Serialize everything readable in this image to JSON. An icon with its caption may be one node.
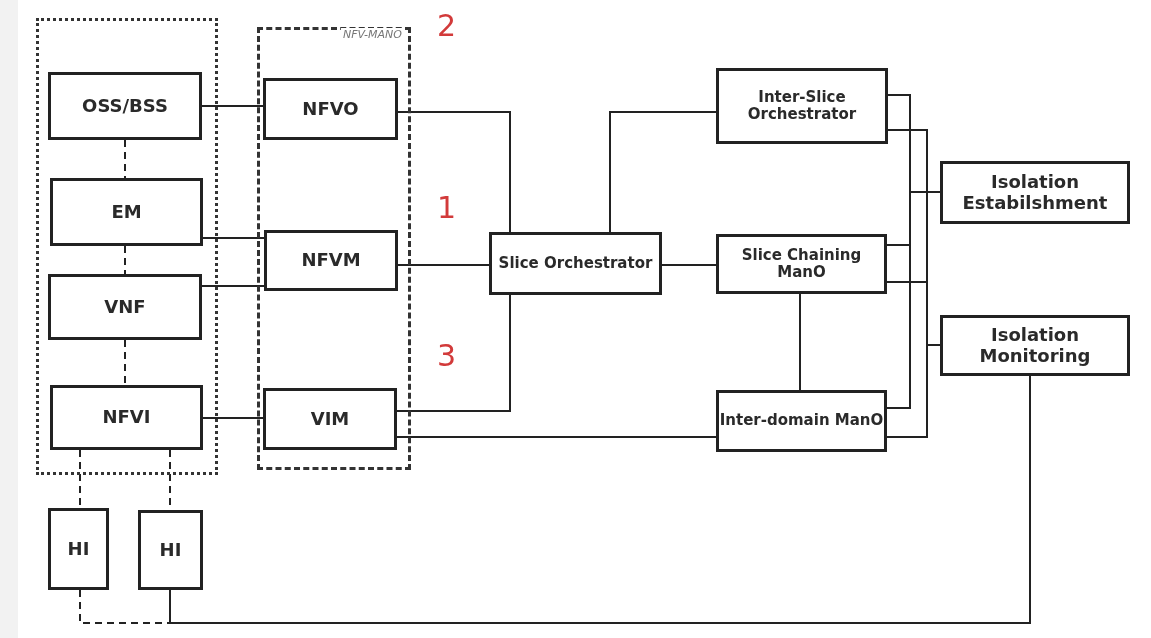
{
  "diagram": {
    "nodes": [
      {
        "text": [],
        "shape": "box"
      },
      {
        "text": [
          "NFV-MANO"
        ]
      },
      {
        "text": [
          "OSS/BSS"
        ],
        "in": 0
      },
      {
        "text": [
          "EM"
        ],
        "in": 0
      },
      {
        "text": [
          "VNF"
        ],
        "in": 0
      },
      {
        "text": [
          "NFVI"
        ],
        "in": 0
      },
      {
        "text": [
          "NFVO"
        ],
        "in": 1
      },
      {
        "text": [
          "NFVM"
        ],
        "in": 1
      },
      {
        "text": [
          "VIM"
        ],
        "in": 1
      },
      {
        "text": [
          "HI"
        ]
      },
      {
        "text": [
          "HI"
        ]
      },
      {
        "text": [
          "Slice Orchestrator"
        ]
      },
      {
        "text": [
          "Inter-Slice Orchestrator"
        ]
      },
      {
        "text": [
          "Slice Chaining ManO"
        ]
      },
      {
        "text": [
          "Inter-domain ManO"
        ]
      },
      {
        "text": [
          "Isolation Estabilshment"
        ]
      },
      {
        "text": [
          "Isolation Monitoring"
        ]
      }
    ],
    "edges": [
      {
        "from": 2,
        "to": 6,
        "arrow": "none"
      },
      {
        "from": 3,
        "to": 7,
        "arrow": "none"
      },
      {
        "from": 4,
        "to": 7,
        "arrow": "none"
      },
      {
        "from": 5,
        "to": 8,
        "arrow": "none"
      },
      {
        "from": 2,
        "to": 3,
        "arrow": "none",
        "style": "dashed"
      },
      {
        "from": 3,
        "to": 4,
        "arrow": "none",
        "style": "dashed"
      },
      {
        "from": 4,
        "to": 5,
        "arrow": "none",
        "style": "dashed"
      },
      {
        "from": 5,
        "to": 9,
        "arrow": "none",
        "style": "dashed"
      },
      {
        "from": 5,
        "to": 10,
        "arrow": "none",
        "style": "dashed"
      },
      {
        "from": 6,
        "to": 11,
        "arrow": "none"
      },
      {
        "from": 7,
        "to": 11,
        "arrow": "none"
      },
      {
        "from": 8,
        "to": 11,
        "arrow": "none"
      },
      {
        "from": 8,
        "to": 14,
        "arrow": "none"
      },
      {
        "from": 11,
        "to": 12,
        "arrow": "none"
      },
      {
        "from": 11,
        "to": 13,
        "arrow": "none"
      },
      {
        "from": 13,
        "to": 14,
        "arrow": "none"
      },
      {
        "from": 12,
        "to": 15,
        "arrow": "none"
      },
      {
        "from": 13,
        "to": 15,
        "arrow": "none"
      },
      {
        "from": 14,
        "to": 15,
        "arrow": "none"
      },
      {
        "from": 12,
        "to": 16,
        "arrow": "none"
      },
      {
        "from": 13,
        "to": 16,
        "arrow": "none"
      },
      {
        "from": 14,
        "to": 16,
        "arrow": "none"
      },
      {
        "from": 9,
        "to": 16,
        "arrow": "none",
        "style": "dashed"
      },
      {
        "from": 10,
        "to": 16,
        "arrow": "none"
      }
    ],
    "labels": [
      "2",
      "1",
      "3"
    ]
  }
}
